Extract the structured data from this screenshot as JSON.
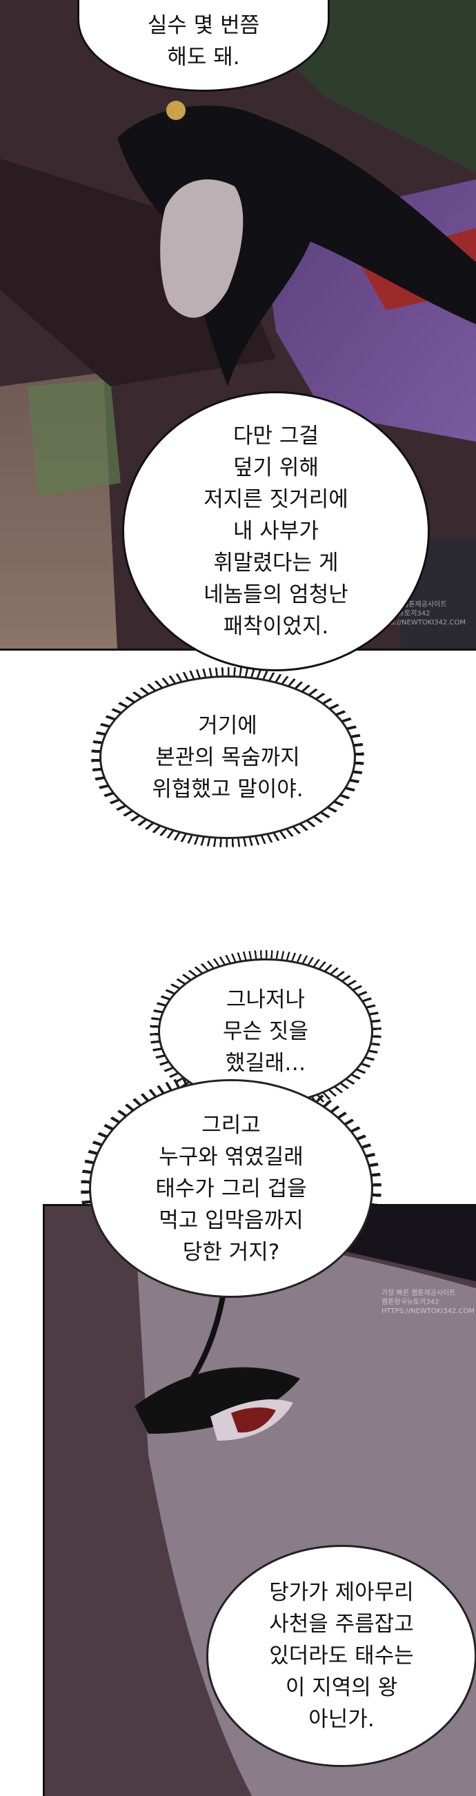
{
  "bubbles": {
    "b1": [
      "실수 몇 번쯤",
      "해도 돼."
    ],
    "b2": [
      "다만 그걸",
      "덮기 위해",
      "저지른 짓거리에",
      "내 사부가",
      "휘말렸다는 게",
      "네놈들의 엄청난",
      "패착이었지."
    ],
    "b3": [
      "거기에",
      "본관의 목숨까지",
      "위협했고 말이야."
    ],
    "b4": [
      "그나저나",
      "무슨 짓을",
      "했길래…"
    ],
    "b5": [
      "그리고",
      "누구와 엮였길래",
      "태수가 그리 겁을",
      "먹고 입막음까지",
      "당한 거지?"
    ],
    "b6": [
      "당가가 제아무리",
      "사천을 주름잡고",
      "있더라도 태수는",
      "이 지역의 왕",
      "아닌가."
    ]
  },
  "watermarks": {
    "w1": [
      "가장 빠른 웹툰제공사이트",
      "웹툰왕국뉴토끼342",
      "HTTPS://NEWTOKI342.COM"
    ],
    "w2": [
      "가장 빠른 웹툰제공사이트",
      "웹툰왕국뉴토끼342",
      "HTTPS://NEWTOKI342.COM"
    ]
  }
}
